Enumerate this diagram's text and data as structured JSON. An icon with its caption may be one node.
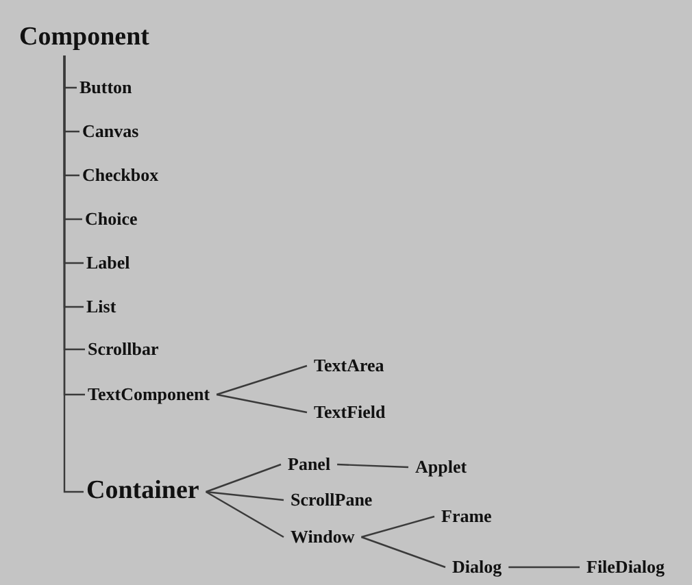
{
  "diagram": {
    "nodes": [
      {
        "text": [
          "Component"
        ]
      },
      {
        "text": [
          "Button"
        ]
      },
      {
        "text": [
          "Canvas"
        ]
      },
      {
        "text": [
          "Checkbox"
        ]
      },
      {
        "text": [
          "Choice"
        ]
      },
      {
        "text": [
          "Label"
        ]
      },
      {
        "text": [
          "List"
        ]
      },
      {
        "text": [
          "Scrollbar"
        ]
      },
      {
        "text": [
          "TextComponent"
        ]
      },
      {
        "text": [
          "TextArea"
        ]
      },
      {
        "text": [
          "TextField"
        ]
      },
      {
        "text": [
          "Container"
        ]
      },
      {
        "text": [
          "Panel"
        ]
      },
      {
        "text": [
          "Applet"
        ]
      },
      {
        "text": [
          "ScrollPane"
        ]
      },
      {
        "text": [
          "Window"
        ]
      },
      {
        "text": [
          "Frame"
        ]
      },
      {
        "text": [
          "Dialog"
        ]
      },
      {
        "text": [
          "FileDialog"
        ]
      }
    ],
    "edges": [
      {
        "from": 0,
        "to": 1,
        "arrow": "none"
      },
      {
        "from": 0,
        "to": 2,
        "arrow": "none"
      },
      {
        "from": 0,
        "to": 3,
        "arrow": "none"
      },
      {
        "from": 0,
        "to": 4,
        "arrow": "none"
      },
      {
        "from": 0,
        "to": 5,
        "arrow": "none"
      },
      {
        "from": 0,
        "to": 6,
        "arrow": "none"
      },
      {
        "from": 0,
        "to": 7,
        "arrow": "none"
      },
      {
        "from": 0,
        "to": 8,
        "arrow": "none"
      },
      {
        "from": 0,
        "to": 11,
        "arrow": "none"
      },
      {
        "from": 8,
        "to": 9,
        "arrow": "none"
      },
      {
        "from": 8,
        "to": 10,
        "arrow": "none"
      },
      {
        "from": 11,
        "to": 12,
        "arrow": "none"
      },
      {
        "from": 11,
        "to": 14,
        "arrow": "none"
      },
      {
        "from": 11,
        "to": 15,
        "arrow": "none"
      },
      {
        "from": 12,
        "to": 13,
        "arrow": "none"
      },
      {
        "from": 15,
        "to": 16,
        "arrow": "none"
      },
      {
        "from": 15,
        "to": 17,
        "arrow": "none"
      },
      {
        "from": 17,
        "to": 18,
        "arrow": "none"
      }
    ]
  }
}
